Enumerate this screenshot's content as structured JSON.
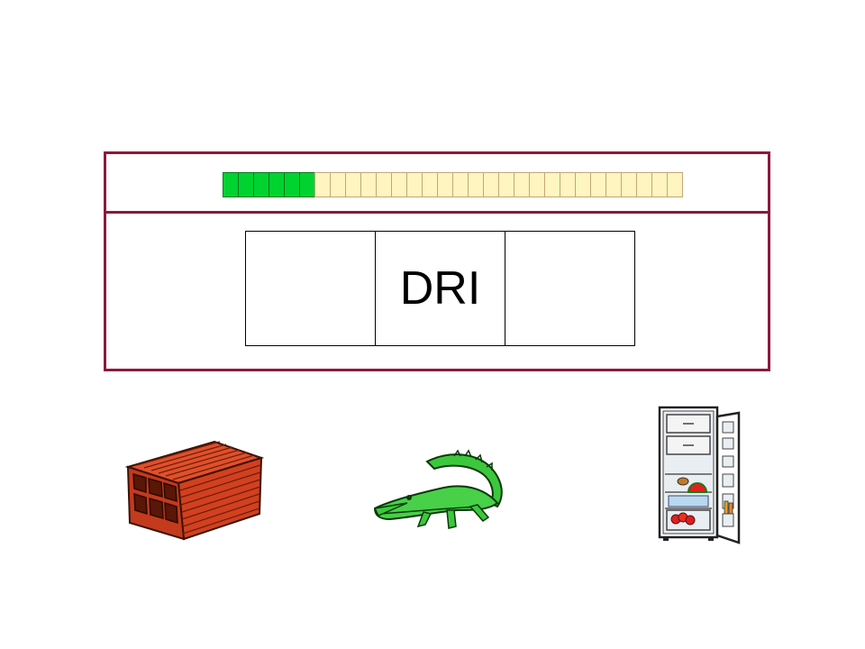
{
  "progress": {
    "completed": 6,
    "total": 30,
    "done_color": "#00d230",
    "todo_color": "#fff5c0"
  },
  "board": {
    "border_color": "#8b1a3a"
  },
  "word": {
    "slots": [
      "",
      "DRI",
      ""
    ]
  },
  "choices": [
    {
      "icon": "brick-icon"
    },
    {
      "icon": "crocodile-icon"
    },
    {
      "icon": "fridge-icon"
    }
  ]
}
